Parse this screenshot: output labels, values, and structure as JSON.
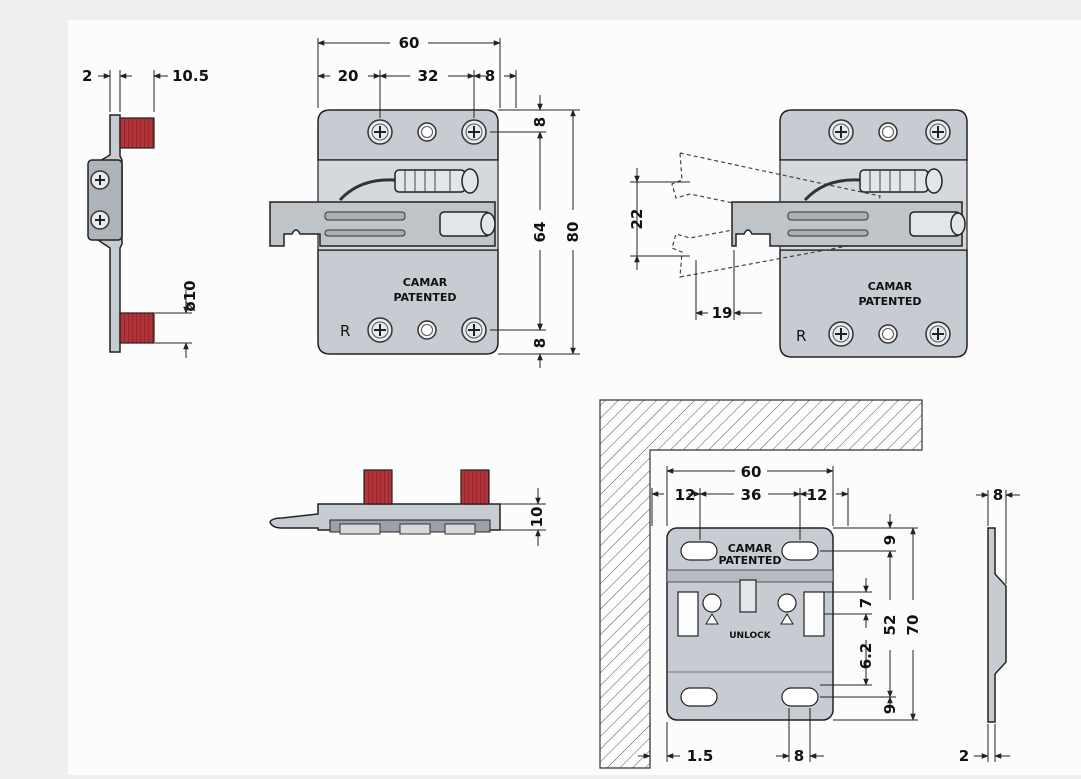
{
  "colors": {
    "background": "#efefef",
    "paper": "#fcfcfc",
    "metal": "#c7ccd2",
    "metal_dark": "#8f969d",
    "thread_red": "#b3343a",
    "line": "#222222"
  },
  "side_view": {
    "dim_left": "2",
    "dim_right": "10.5",
    "dim_diameter": "ø10"
  },
  "front_view": {
    "dim_overall_width": "60",
    "dim_left_offset": "20",
    "dim_hole_spacing": "32",
    "dim_right_offset": "8",
    "dim_top_margin": "8",
    "dim_hole_vertical": "64",
    "dim_overall_height": "80",
    "dim_bottom_margin": "8",
    "brand": "CAMAR",
    "patented": "PATENTED",
    "side_letter": "R"
  },
  "adjust_view": {
    "dim_angle": "22",
    "dim_travel": "19",
    "brand": "CAMAR",
    "patented": "PATENTED",
    "side_letter": "R"
  },
  "bottom_view": {
    "dim_height": "10"
  },
  "wall_plate": {
    "dim_overall_width": "60",
    "dim_left": "12",
    "dim_middle": "36",
    "dim_right": "12",
    "dim_top": "9",
    "dim_slot_height": "7",
    "dim_inner": "52",
    "dim_overall_height": "70",
    "dim_offset": "6.2",
    "dim_bottom": "9",
    "dim_edge": "1.5",
    "dim_slot_width": "8",
    "brand": "CAMAR",
    "patented": "PATENTED",
    "unlock": "UNLOCK"
  },
  "wall_plate_side": {
    "dim_depth": "8",
    "dim_thickness": "2"
  }
}
